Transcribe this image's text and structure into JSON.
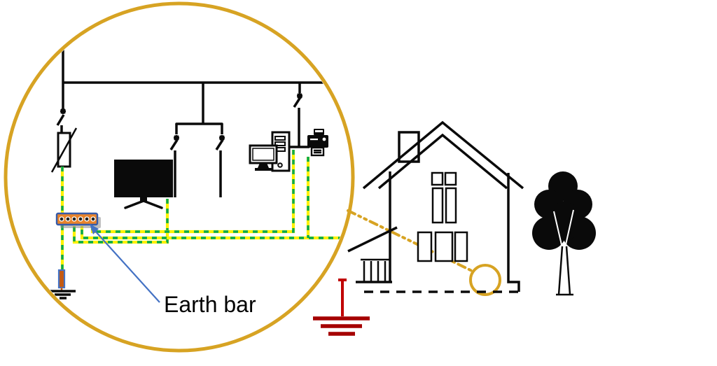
{
  "label": {
    "earth_bar": "Earth bar"
  },
  "palette": {
    "background": "#ffffff",
    "line_black": "#0a0a0a",
    "callout_gold": "#d7a323",
    "wire_yellow": "#fff100",
    "wire_green": "#00a94f",
    "earth_bar_fill": "#e8832a",
    "earth_bar_border": "#365ba8",
    "electrode_fill": "#c55a11",
    "electrode_border": "#4472c4",
    "arrow_blue": "#4472c4",
    "earth_symbol_red": "#c00000",
    "earth_symbol_dark_red": "#a50000"
  },
  "icons": [
    "magnifier-callout-circle",
    "service-entrance-line",
    "distribution-bus",
    "breaker-switch-icon",
    "surge-arrester-icon",
    "tv-monitor-icon",
    "desktop-computer-icon",
    "printer-icon",
    "earth-bar-icon",
    "earth-electrode-icon",
    "ground-symbol-icon",
    "leader-arrow-icon",
    "magnifier-target-circle",
    "house-icon",
    "tree-icon",
    "earth-electrode-red-symbol"
  ]
}
